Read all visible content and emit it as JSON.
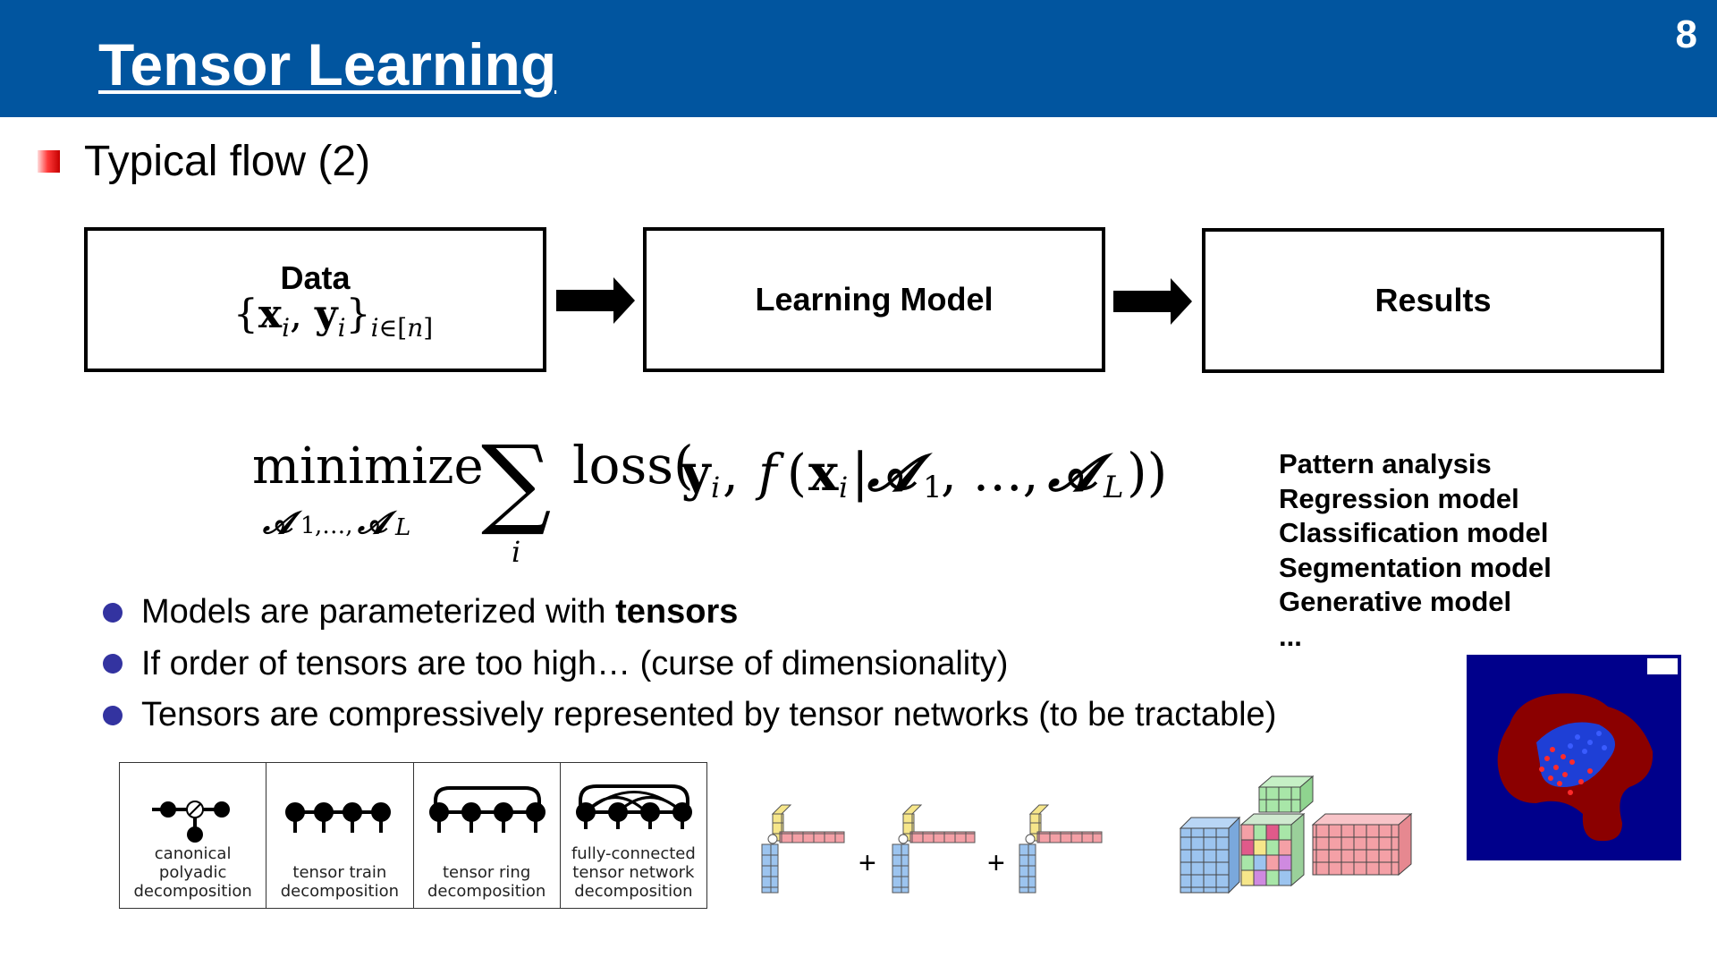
{
  "header": {
    "title": "Tensor Learning",
    "page_number": "8"
  },
  "subtitle": "Typical flow (2)",
  "flow": {
    "data_label": "Data",
    "learning_model_label": "Learning Model",
    "results_label": "Results"
  },
  "results_list": [
    "Pattern analysis",
    "Regression model",
    "Classification model",
    "Segmentation model",
    "Generative model",
    "..."
  ],
  "bullets": {
    "b1_prefix": "Models are parameterized with ",
    "b1_bold": "tensors",
    "b2": "If order of tensors are too high… (curse of dimensionality)",
    "b3": "Tensors are compressively represented by tensor networks (to be tractable)"
  },
  "decompositions": [
    {
      "line1": "canonical polyadic",
      "line2": "decomposition"
    },
    {
      "line1": "tensor train",
      "line2": "decomposition"
    },
    {
      "line1": "tensor ring",
      "line2": "decomposition"
    },
    {
      "line1": "fully-connected",
      "line2": "tensor network",
      "line3": "decomposition"
    }
  ],
  "colors": {
    "header": "#01559f",
    "bullet_dot": "#3333a0",
    "plot_bg": "#00008b",
    "plot_red": "#8b0000"
  }
}
